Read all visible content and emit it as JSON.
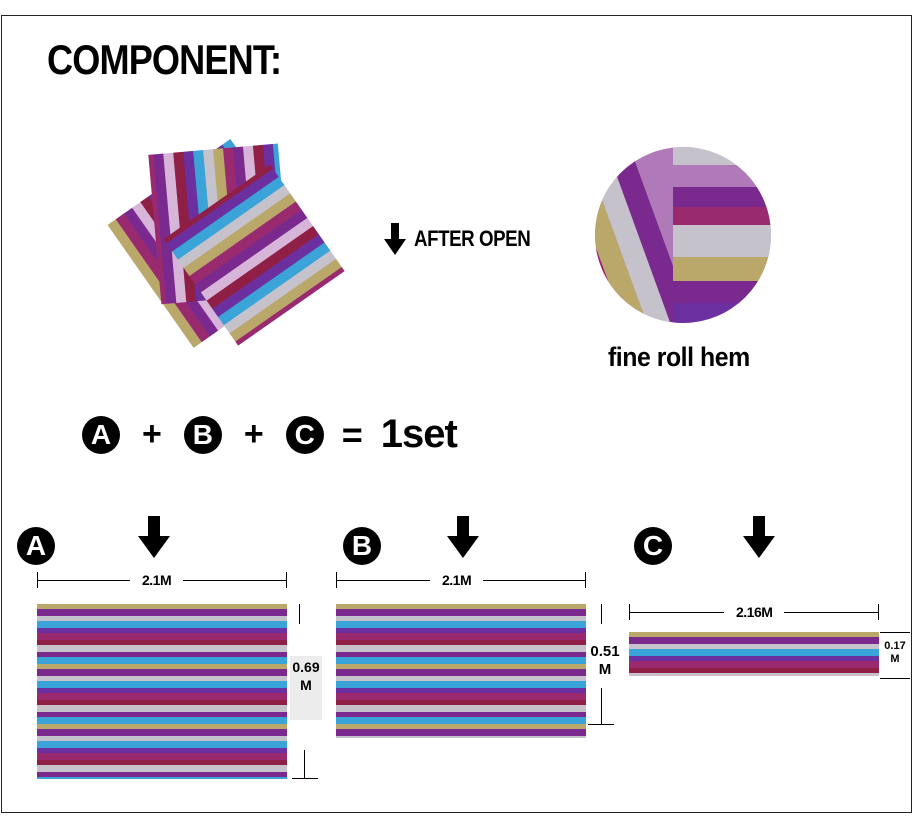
{
  "title": "COMPONENT:",
  "after_open": "AFTER OPEN",
  "caption": "fine roll hem",
  "formula": {
    "a": "A",
    "plus1": "+",
    "b": "B",
    "plus2": "+",
    "c": "C",
    "equals": "=",
    "result": "1set"
  },
  "pieces": [
    {
      "letter": "A",
      "width": "2.1M",
      "height": "0.69\nM"
    },
    {
      "letter": "B",
      "width": "2.1M",
      "height": "0.51\nM"
    },
    {
      "letter": "C",
      "width": "2.16M",
      "height": "0.17\nM"
    }
  ],
  "colors": {
    "purple": "#7a2a8e",
    "magenta": "#9a2a70",
    "blue": "#3aa3d8",
    "silver": "#c6c2cc",
    "gold": "#b9a86a",
    "crimson": "#8f1f45",
    "violet": "#6b2fa0"
  }
}
